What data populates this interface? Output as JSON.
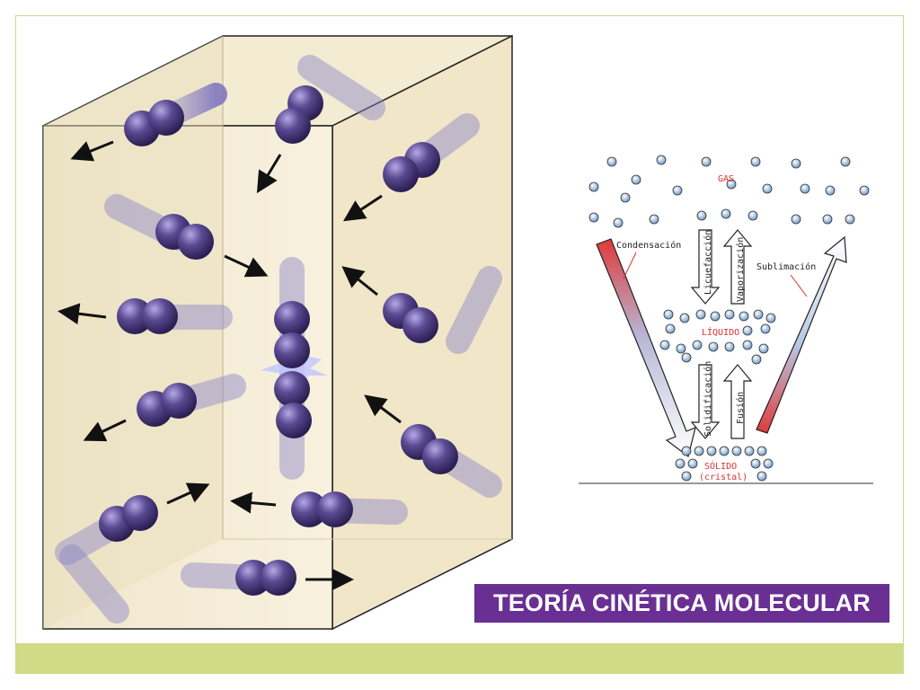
{
  "title": "TEORÍA CINÉTICA MOLECULAR",
  "phase_diagram": {
    "states": {
      "gas": "GAS",
      "liquid": "LÍQUIDO",
      "solid": "SÓLIDO",
      "solid_note": "(cristal)"
    },
    "transitions": {
      "condensation": "Condensación",
      "liquefaction": "Licuefacción",
      "vaporization": "Vaporización",
      "sublimation": "Sublimación",
      "solidification": "Solidificación",
      "fusion": "Fusión"
    }
  },
  "colors": {
    "accent_purple": "#6a2f92",
    "bar_green": "#cfdb86",
    "molecule_purple": "#4a3a7c",
    "condensation_red": "#e03a3a",
    "sublimation_blue": "#7aa8d8"
  },
  "icons": [
    "molecule-icon",
    "motion-arrow-icon",
    "collision-burst-icon",
    "particle-icon"
  ]
}
